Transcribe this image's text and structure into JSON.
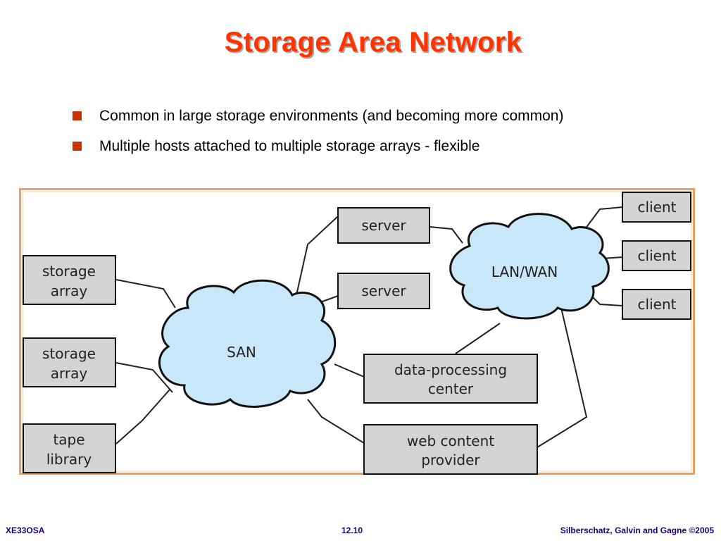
{
  "slide": {
    "title": "Storage Area Network",
    "bullets": [
      "Common in large storage environments (and becoming more common)",
      "Multiple hosts attached to multiple storage arrays - flexible"
    ]
  },
  "diagram": {
    "san_cloud": "SAN",
    "lan_cloud": "LAN/WAN",
    "storage_array_1": [
      "storage",
      "array"
    ],
    "storage_array_2": [
      "storage",
      "array"
    ],
    "tape_library": [
      "tape",
      "library"
    ],
    "server_1": "server",
    "server_2": "server",
    "data_processing": [
      "data-processing",
      "center"
    ],
    "web_content": [
      "web content",
      "provider"
    ],
    "client_1": "client",
    "client_2": "client",
    "client_3": "client"
  },
  "footer": {
    "left": "XE33OSA",
    "center": "12.10",
    "right": "Silberschatz, Galvin and Gagne ©2005"
  },
  "colors": {
    "title": "#ff3300",
    "bullet": "#cc3300",
    "cloud_fill": "#c8e8fa",
    "box_fill": "#d4d4d4",
    "frame_border": "#e8a060",
    "footer_text": "#1a0080"
  }
}
